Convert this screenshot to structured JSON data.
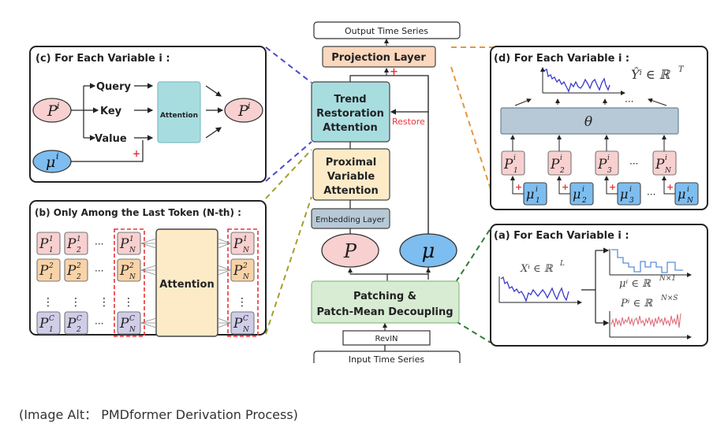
{
  "caption": "(Image Alt： PMDformer Derivation Process)",
  "main": {
    "output": "Output Time Series",
    "projection": "Projection Layer",
    "trend": [
      "Trend",
      "Restoration",
      "Attention"
    ],
    "restore": "Restore",
    "proximal": [
      "Proximal",
      "Variable",
      "Attention"
    ],
    "embedding": "Embedding Layer",
    "p": "P",
    "mu": "μ",
    "patching": [
      "Patching &",
      "Patch-Mean Decoupling"
    ],
    "revin": "RevIN",
    "input": "Input Time Series",
    "plus": "+"
  },
  "panel_c": {
    "title": "(c) For Each Variable i :",
    "query": "Query",
    "key": "Key",
    "value": "Value",
    "attention": "Attention",
    "p_in": "P",
    "p_out": "P",
    "mu": "μ",
    "sup": "i",
    "plus": "+"
  },
  "panel_b": {
    "title": "(b) Only Among the Last Token (N-th) :",
    "attention": "Attention",
    "rows": [
      {
        "sup": "1",
        "subs": [
          "1",
          "2",
          "N"
        ],
        "out": "N",
        "color": "#f8d0d0"
      },
      {
        "sup": "2",
        "subs": [
          "1",
          "2",
          "N"
        ],
        "out": "N",
        "color": "#f9d3a8"
      },
      {
        "sup": "C",
        "subs": [
          "1",
          "2",
          "N"
        ],
        "out": "N",
        "color": "#cfcde8"
      }
    ],
    "ellipsis": "···",
    "vdots": "⋮"
  },
  "panel_d": {
    "title": "(d) For Each Variable i :",
    "theta": "θ",
    "yhat": "Ŷⁱ ∈ ℝ",
    "yhat_sup": "T",
    "patches": [
      "1",
      "2",
      "3",
      "N"
    ],
    "sup": "i",
    "ellipsis": "···",
    "plus": "+"
  },
  "panel_a": {
    "title": "(a) For Each Variable i :",
    "x_label": "Xⁱ ∈ ℝ",
    "x_sup": "L",
    "mu_label": "μⁱ ∈ ℝ",
    "mu_sup": "N×1",
    "p_label": "Pⁱ ∈ ℝ",
    "p_sup": "N×S"
  },
  "colors": {
    "trend": "#a8dde0",
    "proximal": "#fdebc8",
    "projection": "#fad7bd",
    "embedding": "#b7c9d6",
    "patching": "#d7ecd3",
    "p_fill": "#f8d0d0",
    "mu_fill": "#7dbdf0",
    "theta": "#b7c9d6",
    "red": "#e8333a",
    "blue_dash": "#4a4ad0",
    "olive_dash": "#a0a030",
    "orange_dash": "#e8963a",
    "green_dash": "#2e7d32"
  }
}
